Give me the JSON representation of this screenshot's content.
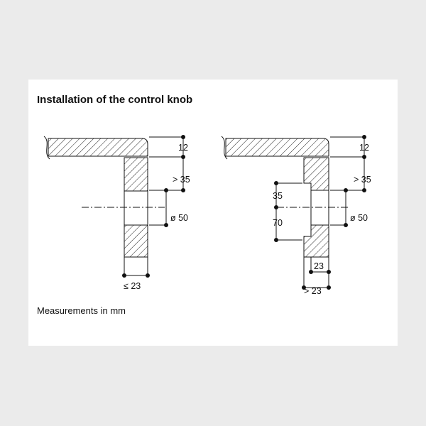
{
  "title": "Installation of the control knob",
  "footnote": "Measurements in mm",
  "left_figure": {
    "dim_top_thickness": "12",
    "dim_gap_above": "> 35",
    "dim_hole_diameter": "ø 50",
    "dim_panel_thickness": "≤ 23"
  },
  "right_figure": {
    "dim_top_thickness": "12",
    "dim_gap_above": "> 35",
    "dim_recess_upper": "35",
    "dim_recess_lower": "70",
    "dim_hole_diameter": "ø 50",
    "dim_remaining_thickness": "23",
    "dim_panel_thickness": "> 23"
  },
  "colors": {
    "page_background": "#ebebeb",
    "sheet_background": "#ffffff",
    "line": "#111111"
  }
}
